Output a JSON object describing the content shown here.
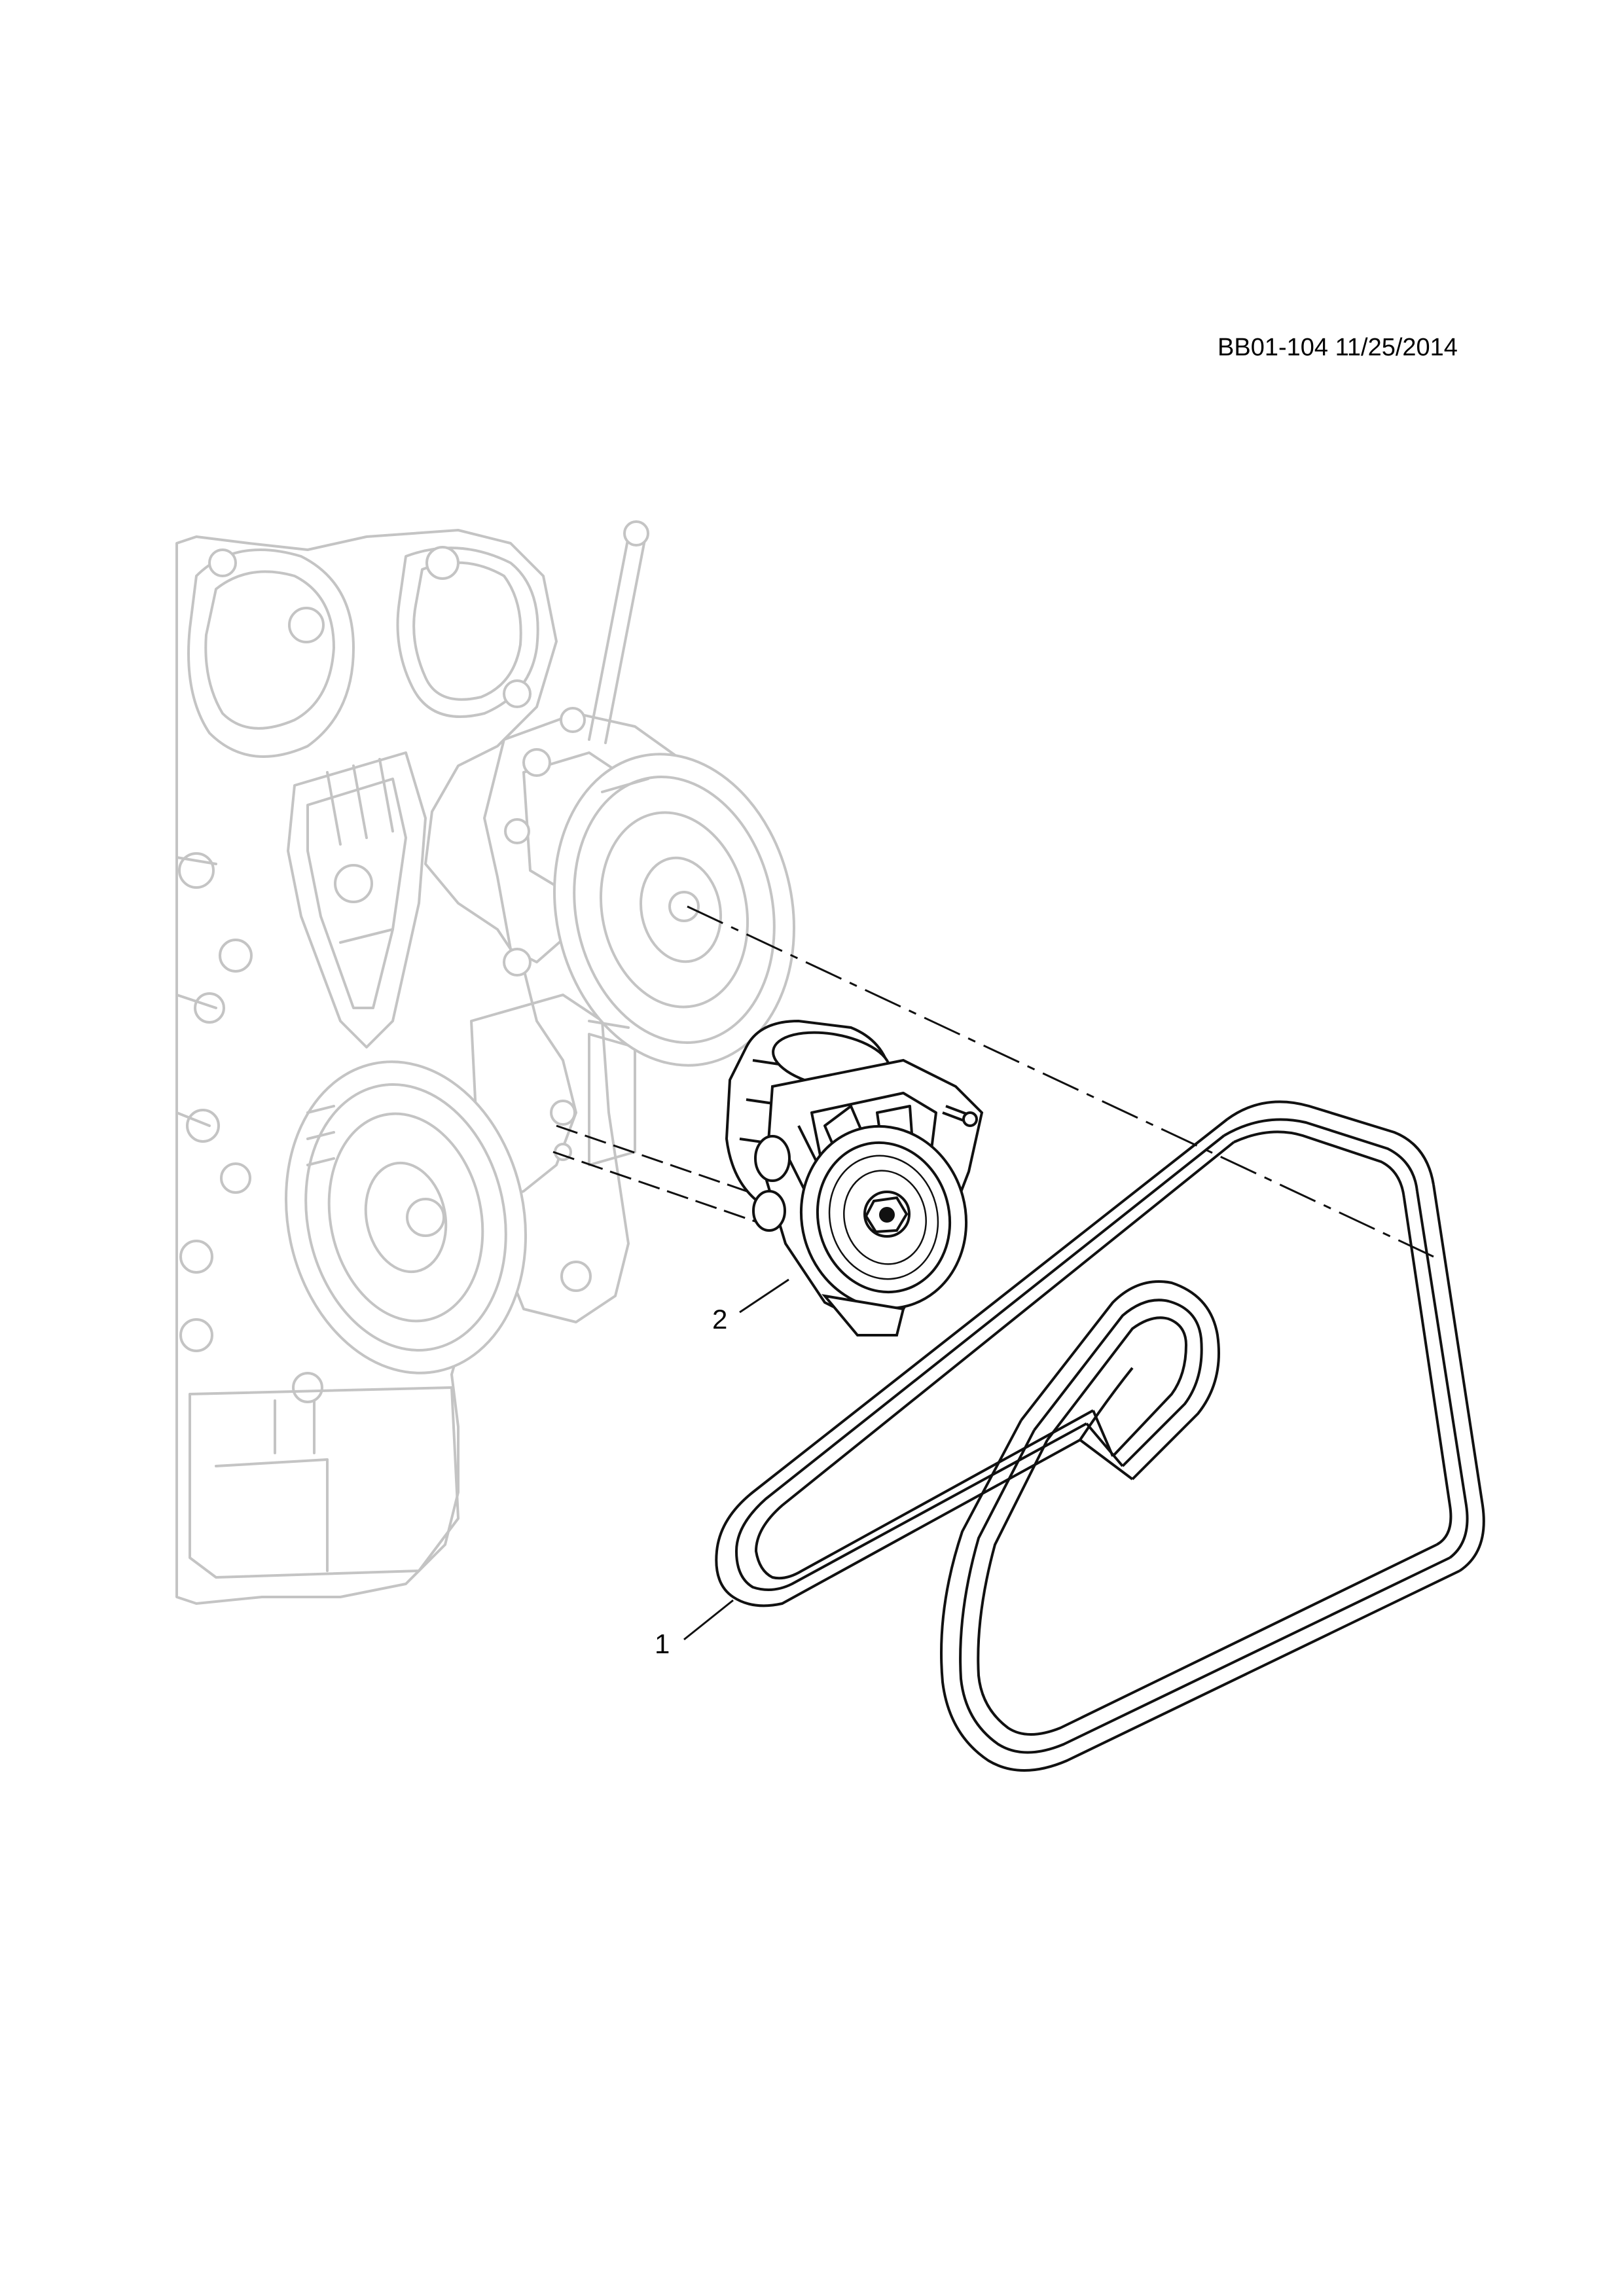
{
  "diagram": {
    "reference": "BB01-104 11/25/2014",
    "callouts": [
      {
        "number": "1"
      },
      {
        "number": "2"
      }
    ]
  }
}
